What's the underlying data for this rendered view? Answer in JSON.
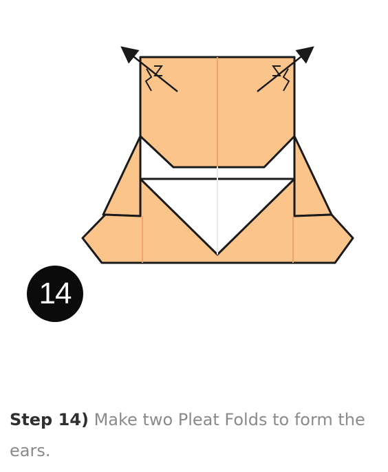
{
  "step": {
    "number": "14",
    "label": "Step 14)",
    "text": " Make two Pleat Folds to form the ears."
  },
  "colors": {
    "paper_orange": "#FBC48B",
    "paper_white": "#FFFFFF",
    "outline": "#1A1A1A",
    "crease": "#F2A26A",
    "badge": "#0B0B0B"
  }
}
